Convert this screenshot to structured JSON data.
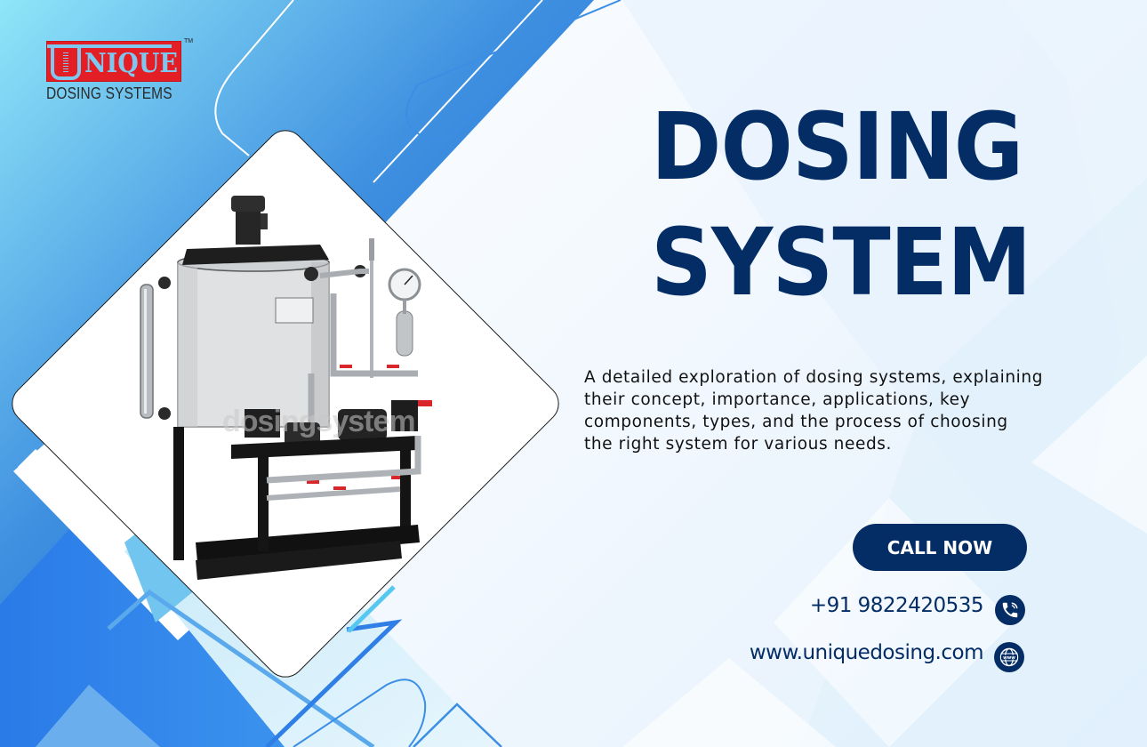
{
  "brand": {
    "logo_word": "NIQUE",
    "logo_initial": "U",
    "trademark": "TM",
    "tagline": "DOSING SYSTEMS"
  },
  "hero": {
    "title_line1": "DOSING",
    "title_line2": "SYSTEM",
    "description_lines": [
      "A detailed exploration of dosing systems, explaining",
      "their concept, importance, applications, key",
      "components, types, and the process of choosing",
      "the right system for various needs."
    ]
  },
  "image": {
    "alt": "Chemical dosing system skid with tank, agitator motor, pumps and pressure gauge",
    "watermark": "dosingsystem"
  },
  "cta": {
    "call_label": "CALL NOW"
  },
  "contact": {
    "phone": "+91 9822420535",
    "phone_icon": "phone-icon",
    "website": "www.uniquedosing.com",
    "website_icon": "globe-www-icon"
  },
  "colors": {
    "navy": "#042d66",
    "logo_red": "#e31e25",
    "logo_blue": "#7ec8ef",
    "accent_blue": "#1e6fd9",
    "light_bg": "#f4f9fe"
  }
}
